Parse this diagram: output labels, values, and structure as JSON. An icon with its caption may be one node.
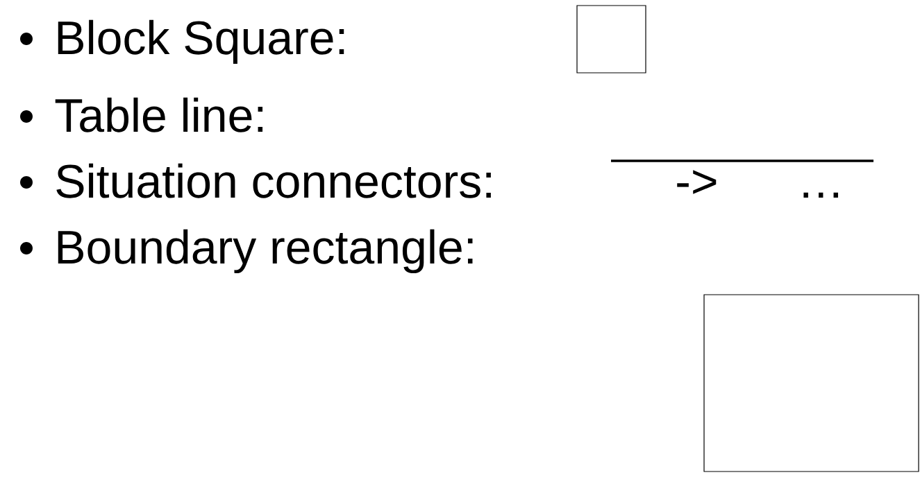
{
  "diagram": {
    "nodes": [
      {
        "text": [],
        "shape": "box"
      },
      {
        "text": [],
        "shape": "box"
      }
    ],
    "labels": [
      "Block Square:",
      "Table line:",
      "Situation connectors:",
      "->",
      "…",
      "Boundary rectangle:"
    ]
  }
}
